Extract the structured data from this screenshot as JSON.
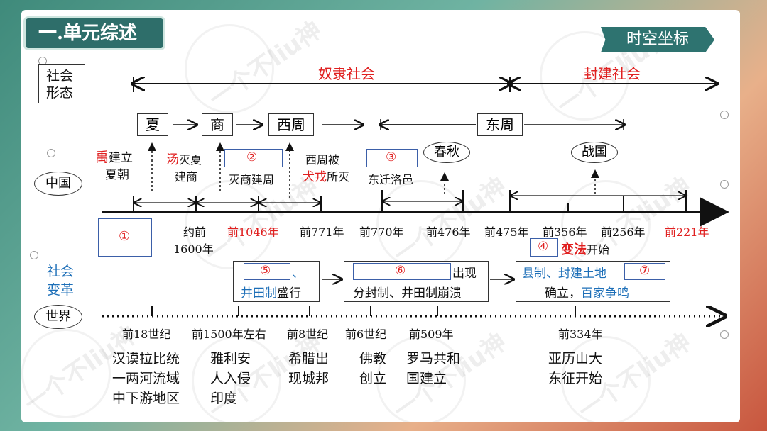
{
  "header": {
    "title": "一.单元综述",
    "tag": "时空坐标"
  },
  "watermark": "一个不liu神",
  "row_labels": {
    "society_form": "社会\n形态",
    "china": "中国",
    "social_change": "社会\n变革",
    "world": "世界"
  },
  "society_forms": {
    "slave": "奴隶社会",
    "feudal": "封建社会"
  },
  "dynasties": {
    "xia": "夏",
    "shang": "商",
    "xizhou": "西周",
    "dongzhou": "东周",
    "chunqiu": "春秋",
    "zhanguo": "战国"
  },
  "events_china": {
    "yu_red": "禹",
    "yu_rest_1": "建立",
    "yu_rest_2": "夏朝",
    "tang_red": "汤",
    "tang_rest_1": "灭夏",
    "tang_rest_2": "建商",
    "blank2": "②",
    "blank2_rest": "灭商建周",
    "xizhou_end_1": "西周被",
    "quanrong_red": "犬戎",
    "xizhou_end_2": "所灭",
    "blank3": "③",
    "blank3_rest": "东迁洛邑"
  },
  "timeline_dates": {
    "d1600_a": "约前",
    "d1600_b": "1600年",
    "d1046": "前1046年",
    "d771": "前771年",
    "d770": "前770年",
    "d476": "前476年",
    "d475": "前475年",
    "d356": "前356年",
    "d256": "前256年",
    "d221": "前221年"
  },
  "blank1": "①",
  "reform": {
    "blank4": "④",
    "red": "变法",
    "rest": "开始"
  },
  "social_change": {
    "box1_blank": "⑤",
    "box1_dot": "、",
    "box1_blue": "井田制",
    "box1_rest": "盛行",
    "box2_blank": "⑥",
    "box2_rest1": "出现",
    "box2_line2": "分封制、井田制崩溃",
    "box3_blue": "县制、封建土地",
    "box3_blank": "⑦",
    "box3_line2a": "确立，",
    "box3_line2b": "百家争鸣"
  },
  "world_dates": {
    "w1": "前18世纪",
    "w2": "前1500年左右",
    "w3": "前8世纪",
    "w4": "前6世纪",
    "w5": "前509年",
    "w6": "前334年"
  },
  "world_events": {
    "e1": "汉谟拉比统\n一两河流域\n中下游地区",
    "e2": "雅利安\n人入侵\n印度",
    "e3": "希腊出\n现城邦",
    "e4": "佛教\n创立",
    "e5": "罗马共和\n国建立",
    "e6": "亚历山大\n东征开始"
  }
}
